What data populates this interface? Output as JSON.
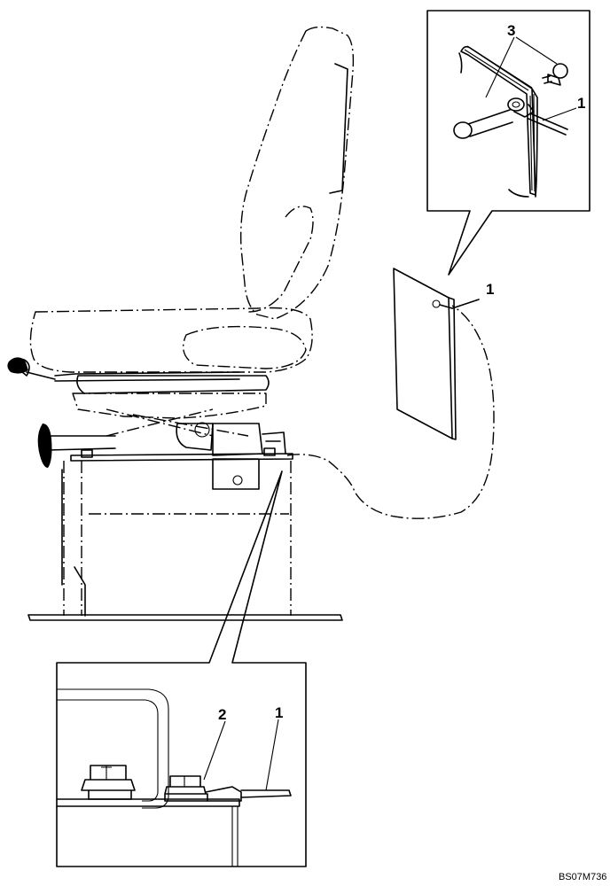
{
  "callouts": {
    "detail_top_3": "3",
    "detail_top_1": "1",
    "panel_1": "1",
    "detail_bottom_2": "2",
    "detail_bottom_1": "1"
  },
  "figure_code": "BS07M736",
  "colors": {
    "ink": "#000000",
    "paper": "#ffffff"
  }
}
